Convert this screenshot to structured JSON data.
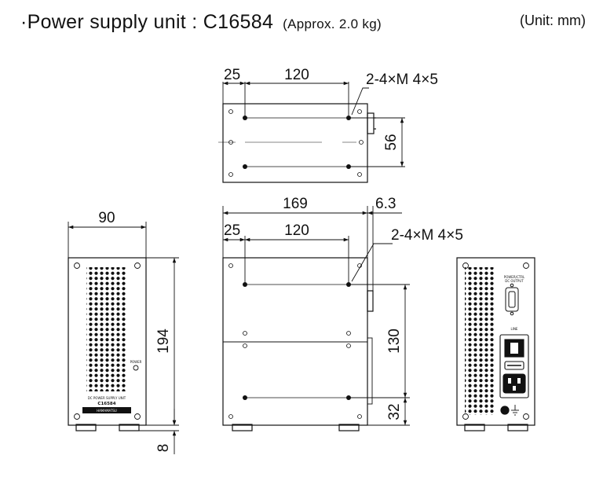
{
  "header": {
    "title": "·Power supply unit : C16584",
    "weight_note": "(Approx. 2.0 kg)",
    "unit": "(Unit: mm)"
  },
  "top_view": {
    "dim_offset": "25",
    "dim_pitch": "120",
    "dim_height": "56",
    "hole_note": "2-4×M  4×5"
  },
  "front_view": {
    "dim_width": "90",
    "dim_height": "194",
    "dim_feet": "8",
    "power_label": "POWER",
    "panel_text": "DC POWER SUPPLY UNIT",
    "model": "C16584",
    "brand": "HAMAMATSU"
  },
  "side_view": {
    "dim_depth": "169",
    "dim_protrusion": "6.3",
    "dim_offset": "25",
    "dim_pitch": "120",
    "hole_note": "2-4×M  4×5",
    "dim_hole_pitch": "130",
    "dim_bottom": "32"
  },
  "rear_view": {
    "connector_label": "POWER/CTRL",
    "connector_sub": "DC OUTPUT",
    "line_label": "LINE"
  }
}
